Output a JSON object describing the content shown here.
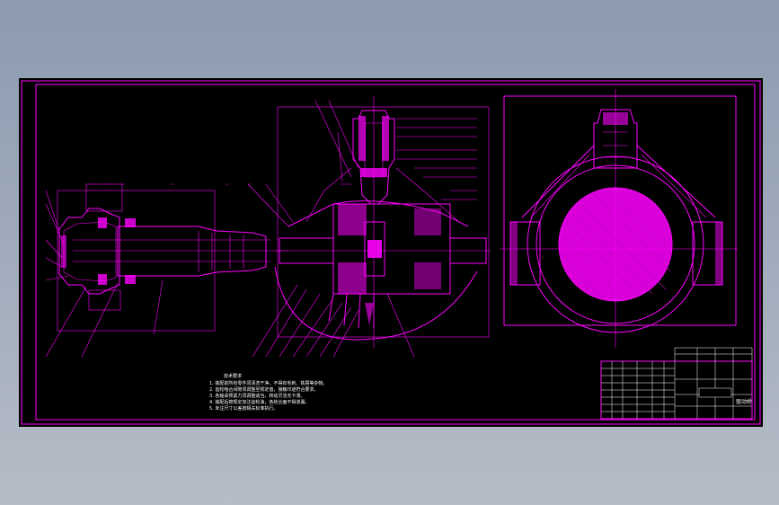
{
  "colors": {
    "background_top": "#8c9bb0",
    "background_bottom": "#b6bcc7",
    "canvas": "#000000",
    "drawing_line": "#ff00ff",
    "annotation": "#ffffff"
  },
  "notes": {
    "heading": "技术要求",
    "lines": [
      "1. 装配前所有零件须清洗干净，不得有毛刺、铁屑等杂物。",
      "2. 齿轮啮合间隙须调整至规定值，接触印迹符合要求。",
      "3. 各轴承预紧力须调整适当，转动灵活无卡滞。",
      "4. 装配后按规定加注齿轮油，各结合面不得渗漏。",
      "5. 未注尺寸公差按相关标准执行。"
    ]
  },
  "title_block": {
    "title": "驱动桥"
  }
}
